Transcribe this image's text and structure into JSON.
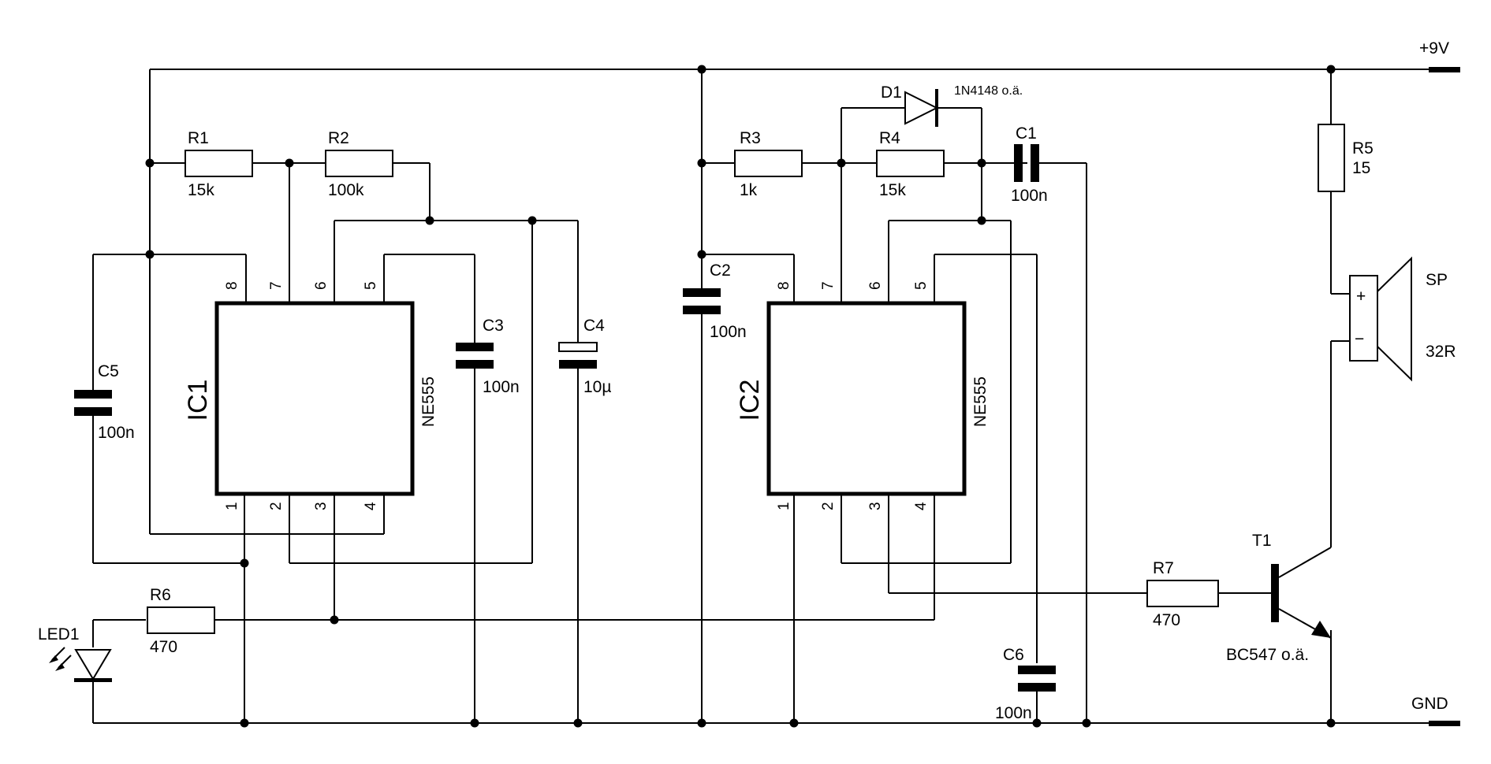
{
  "rails": {
    "vplus": "+9V",
    "gnd": "GND"
  },
  "ic1": {
    "name": "IC1",
    "type": "NE555",
    "pins": [
      "1",
      "2",
      "3",
      "4",
      "5",
      "6",
      "7",
      "8"
    ]
  },
  "ic2": {
    "name": "IC2",
    "type": "NE555",
    "pins": [
      "1",
      "2",
      "3",
      "4",
      "5",
      "6",
      "7",
      "8"
    ]
  },
  "resistors": {
    "r1": {
      "ref": "R1",
      "value": "15k"
    },
    "r2": {
      "ref": "R2",
      "value": "100k"
    },
    "r3": {
      "ref": "R3",
      "value": "1k"
    },
    "r4": {
      "ref": "R4",
      "value": "15k"
    },
    "r5": {
      "ref": "R5",
      "value": "15"
    },
    "r6": {
      "ref": "R6",
      "value": "470"
    },
    "r7": {
      "ref": "R7",
      "value": "470"
    }
  },
  "capacitors": {
    "c1": {
      "ref": "C1",
      "value": "100n"
    },
    "c2": {
      "ref": "C2",
      "value": "100n"
    },
    "c3": {
      "ref": "C3",
      "value": "100n"
    },
    "c4": {
      "ref": "C4",
      "value": "10µ"
    },
    "c5": {
      "ref": "C5",
      "value": "100n"
    },
    "c6": {
      "ref": "C6",
      "value": "100n"
    }
  },
  "diode": {
    "ref": "D1",
    "value": "1N4148 o.ä."
  },
  "led": {
    "ref": "LED1"
  },
  "transistor": {
    "ref": "T1",
    "value": "BC547 o.ä."
  },
  "speaker": {
    "ref": "SP",
    "value": "32R",
    "plus": "+",
    "minus": "−"
  }
}
